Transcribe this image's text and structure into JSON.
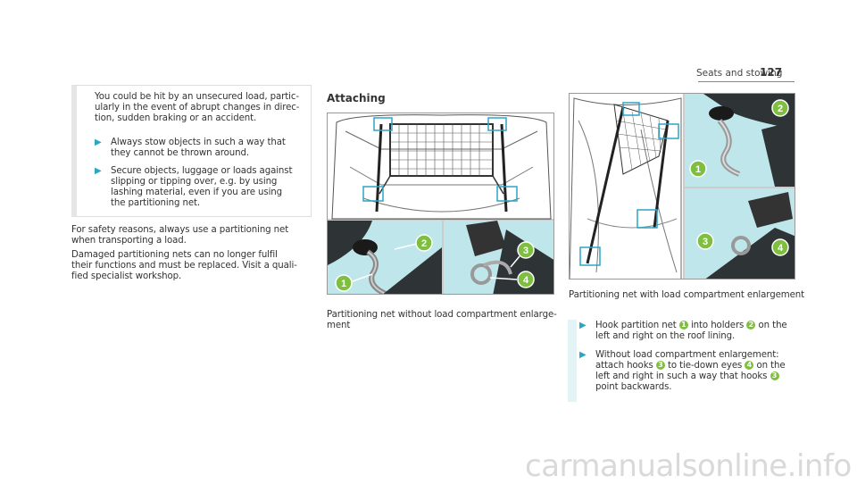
{
  "header": {
    "running_title": "Seats and stowing",
    "page_number": "127"
  },
  "warning": {
    "lines": [
      "You could be hit by an unsecured load, partic-",
      "ularly in the event of abrupt changes in direc-",
      "tion, sudden braking or an accident."
    ],
    "bullets": [
      [
        "Always stow objects in such a way that",
        "they cannot be thrown around."
      ],
      [
        "Secure objects, luggage or loads against",
        "slipping or tipping over, e.g. by using",
        "lashing material, even if you are using",
        "the partitioning net."
      ]
    ],
    "bullet_symbol": "▶"
  },
  "left_text": {
    "para1": [
      "For safety reasons, always use a partitioning net",
      "when transporting a load."
    ],
    "para2": [
      "Damaged partitioning nets can no longer fulfil",
      "their functions and must be replaced. Visit a quali-",
      "fied specialist workshop."
    ]
  },
  "middle": {
    "title": "Attaching",
    "caption": [
      "Partitioning net without load compartment enlarge-",
      "ment"
    ]
  },
  "right": {
    "caption": "Partitioning net with load compartment enlargement",
    "steps": [
      {
        "parts": [
          "Hook partition net ",
          "1",
          " into holders ",
          "2",
          " on the"
        ],
        "line2": "left and right on the roof lining."
      },
      {
        "lines": [
          "Without load compartment enlargement:"
        ],
        "line2_parts": [
          "attach hooks ",
          "3",
          " to tie-down eyes ",
          "4",
          " on the"
        ],
        "line3": "left and right in such a way that hooks ",
        "line3_num": "3",
        "line4": "point backwards."
      }
    ]
  },
  "callouts": [
    "1",
    "2",
    "3",
    "4"
  ],
  "watermark": "carmanualsonline.info",
  "colors": {
    "accent_arrow": "#2aa6c5",
    "callout_green": "#7fbf3f",
    "detail_bg": "#bfe6ea"
  }
}
